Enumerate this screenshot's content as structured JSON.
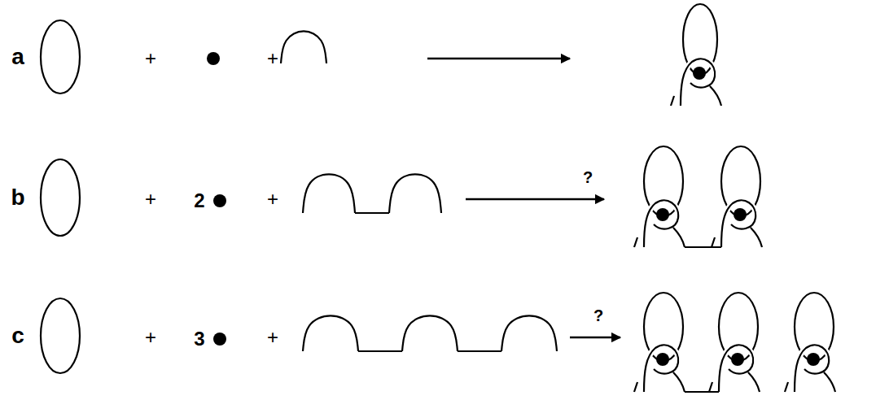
{
  "diagram": {
    "labels": [
      "a",
      "+",
      "+",
      "b",
      "+",
      "2",
      "+",
      "?",
      "c",
      "+",
      "3",
      "+",
      "?"
    ]
  }
}
